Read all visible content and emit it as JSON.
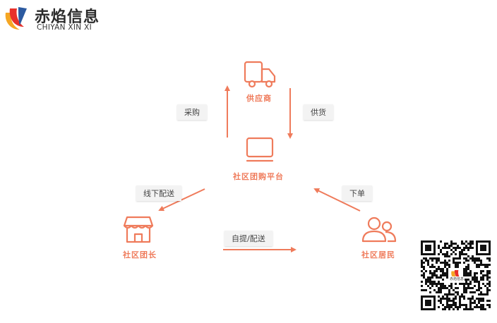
{
  "logo": {
    "name_cn": "赤焰信息",
    "name_en": "CHIYAN XIN XI"
  },
  "nodes": {
    "supplier": "供应商",
    "platform": "社区团购平台",
    "leader": "社区团长",
    "resident": "社区居民"
  },
  "edges": {
    "purchase": "采购",
    "supply": "供货",
    "offline_delivery": "线下配送",
    "order": "下单",
    "pickup_delivery": "自提/配送"
  },
  "qr": {
    "caption": "赤焰信息"
  },
  "colors": {
    "accent": "#ef7b5b",
    "logo_red": "#e8302a",
    "logo_yellow": "#f5a623",
    "logo_blue": "#2c5aa0"
  }
}
